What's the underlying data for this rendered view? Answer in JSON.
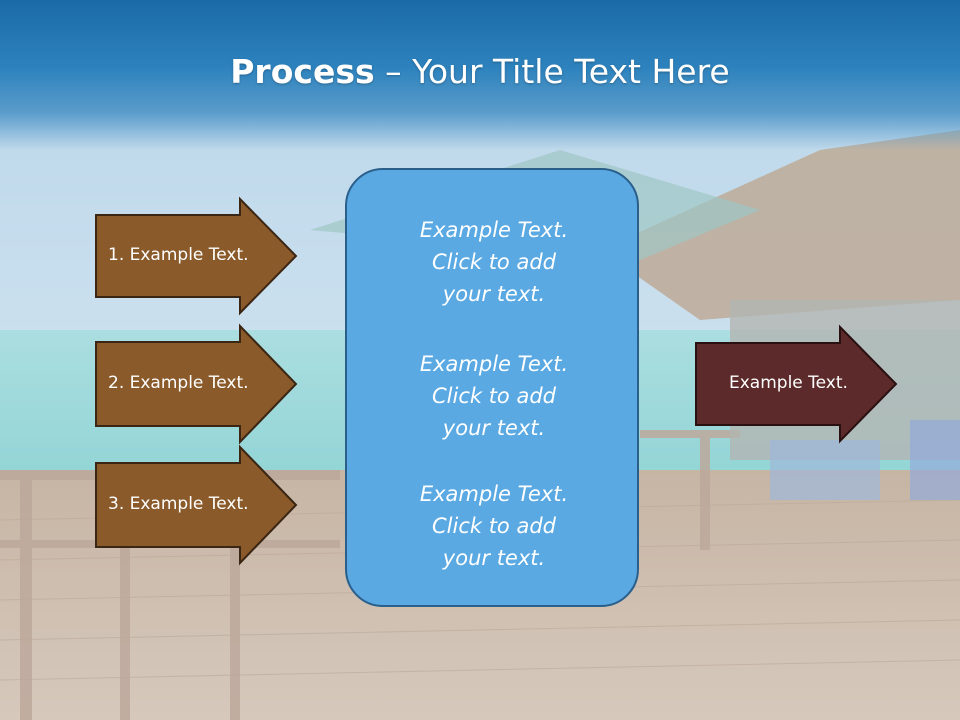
{
  "slide": {
    "title_bold": "Process",
    "title_rest": " – Your Title Text Here"
  },
  "left_arrows": [
    {
      "label": "1. Example Text."
    },
    {
      "label": "2. Example Text."
    },
    {
      "label": "3. Example Text."
    }
  ],
  "center_box": {
    "blocks": [
      {
        "lines": [
          "Example Text.",
          "Click  to add",
          "your text."
        ]
      },
      {
        "lines": [
          "Example Text.",
          "Click  to add",
          "your text."
        ]
      },
      {
        "lines": [
          "Example Text.",
          "Click  to add",
          "your text."
        ]
      }
    ]
  },
  "right_arrow": {
    "label": "Example Text."
  },
  "colors": {
    "header_blue": "#1a6aa6",
    "left_arrow_fill": "#8b5a2b",
    "right_arrow_fill": "#5c2a2a",
    "center_box_fill": "#5aa9e3"
  }
}
